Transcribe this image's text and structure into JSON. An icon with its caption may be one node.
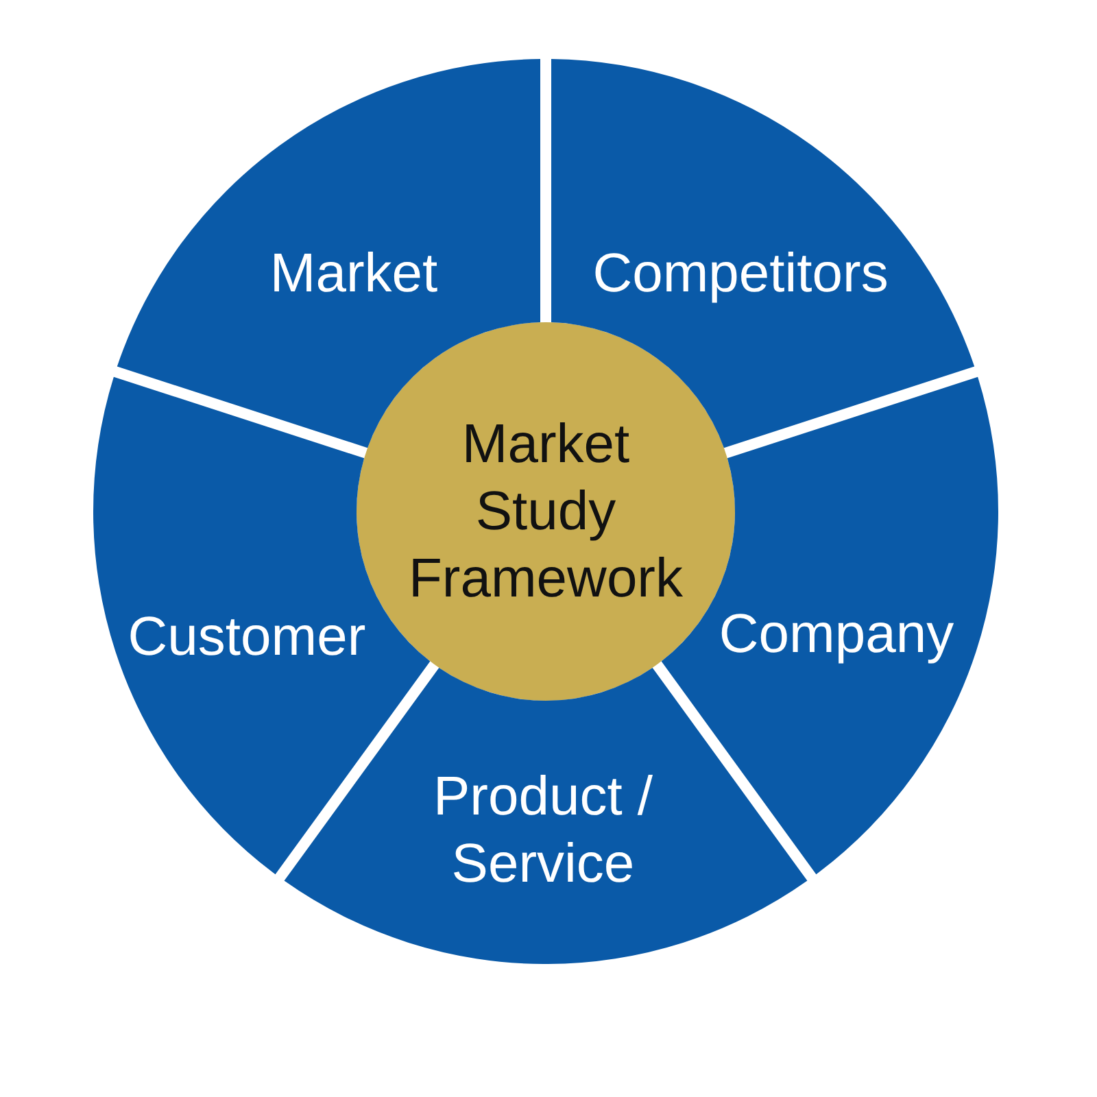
{
  "diagram": {
    "nodes": [
      {
        "text": [
          "Market Study Framework"
        ]
      },
      {
        "text": [
          "Market"
        ]
      },
      {
        "text": [
          "Competitors"
        ]
      },
      {
        "text": [
          "Company"
        ]
      },
      {
        "text": [
          "Product / Service"
        ]
      },
      {
        "text": [
          "Customer"
        ]
      }
    ]
  }
}
